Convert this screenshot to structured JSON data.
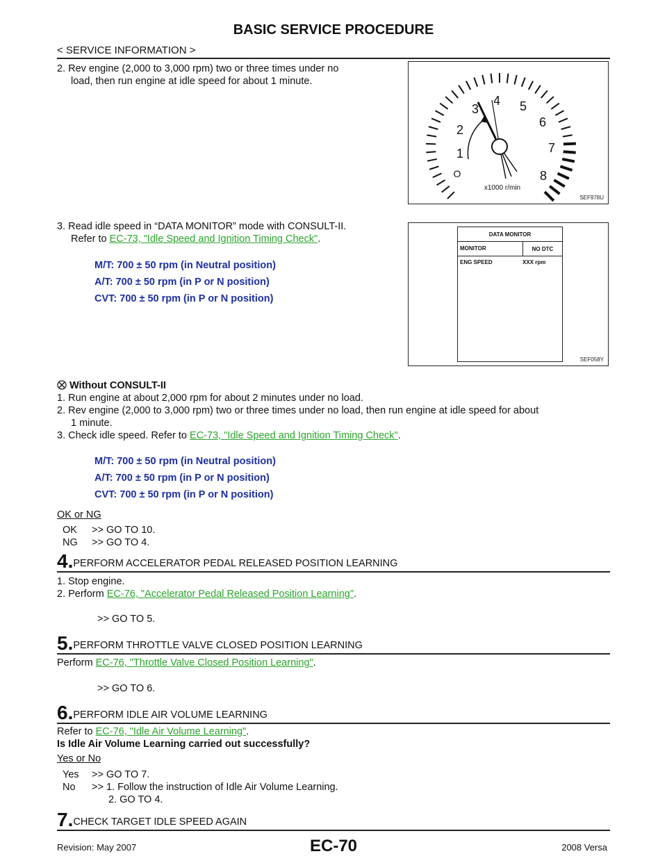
{
  "header": {
    "title": "BASIC SERVICE PROCEDURE",
    "section": "< SERVICE INFORMATION >"
  },
  "step_rev": {
    "line1": "2.   Rev engine (2,000 to 3,000 rpm) two or three times under no",
    "line2": "load, then run engine at idle speed for about 1 minute."
  },
  "step_read": {
    "line1": "3.   Read idle speed in “DATA MONITOR” mode with CONSULT-II.",
    "refer": "Refer to ",
    "link": "EC-73, \"Idle Speed and Ignition Timing Check\"",
    "end": "."
  },
  "specs_a": [
    "M/T: 700 ± 50 rpm (in Neutral position)",
    "A/T: 700 ± 50 rpm (in P or N position)",
    "CVT: 700 ± 50 rpm (in P or N position)"
  ],
  "tacho": {
    "labels": [
      "O",
      "1",
      "2",
      "3",
      "4",
      "5",
      "6",
      "7",
      "8"
    ],
    "unit": "x1000 r/min",
    "fig_id": "SEF978U"
  },
  "monitor": {
    "title": "DATA MONITOR",
    "col1": "MONITOR",
    "col2": "NO DTC",
    "row_label": "ENG SPEED",
    "row_value": "XXX rpm",
    "fig_id": "SEF058Y"
  },
  "without": {
    "title": "Without CONSULT-II",
    "s1": "1.   Run engine at about 2,000 rpm for about 2 minutes under no load.",
    "s2a": "2.   Rev engine (2,000 to 3,000 rpm) two or three times under no load, then run engine at idle speed for about",
    "s2b": "1 minute.",
    "s3": "3.   Check idle speed. Refer to ",
    "s3_link": "EC-73, \"Idle Speed and Ignition Timing Check\"",
    "s3_end": "."
  },
  "specs_b": [
    "M/T: 700 ± 50 rpm (in Neutral position)",
    "A/T: 700 ± 50 rpm (in P or N position)",
    "CVT: 700 ± 50 rpm (in P or N position)"
  ],
  "oknq": {
    "label": "OK or NG",
    "ok_key": "OK",
    "ok_val": ">> GO TO 10.",
    "ng_key": "NG",
    "ng_val": ">> GO TO 4."
  },
  "step4": {
    "num": "4.",
    "title": "PERFORM ACCELERATOR PEDAL RELEASED POSITION LEARNING",
    "s1": "1.   Stop engine.",
    "s2": "2.   Perform ",
    "link": "EC-76, \"Accelerator Pedal Released Position Learning\"",
    "end": ".",
    "goto": ">> GO TO 5."
  },
  "step5": {
    "num": "5.",
    "title": "PERFORM THROTTLE VALVE CLOSED POSITION LEARNING",
    "pre": "Perform ",
    "link": "EC-76, \"Throttle Valve Closed Position Learning\"",
    "end": ".",
    "goto": ">> GO TO 6."
  },
  "step6": {
    "num": "6.",
    "title": "PERFORM IDLE AIR VOLUME LEARNING",
    "pre": "Refer to ",
    "link": "EC-76, \"Idle Air Volume Learning\"",
    "end": ".",
    "question": "Is Idle Air Volume Learning carried out successfully?",
    "yn": "Yes or No",
    "yes_key": "Yes",
    "yes_val": ">> GO TO 7.",
    "no_key": "No",
    "no_val1": ">> 1.    Follow the instruction of Idle Air Volume Learning.",
    "no_val2": "2.    GO TO 4."
  },
  "step7": {
    "num": "7.",
    "title": "CHECK TARGET IDLE SPEED AGAIN"
  },
  "footer": {
    "revision": "Revision: May 2007",
    "page": "EC-70",
    "model": "2008 Versa"
  }
}
